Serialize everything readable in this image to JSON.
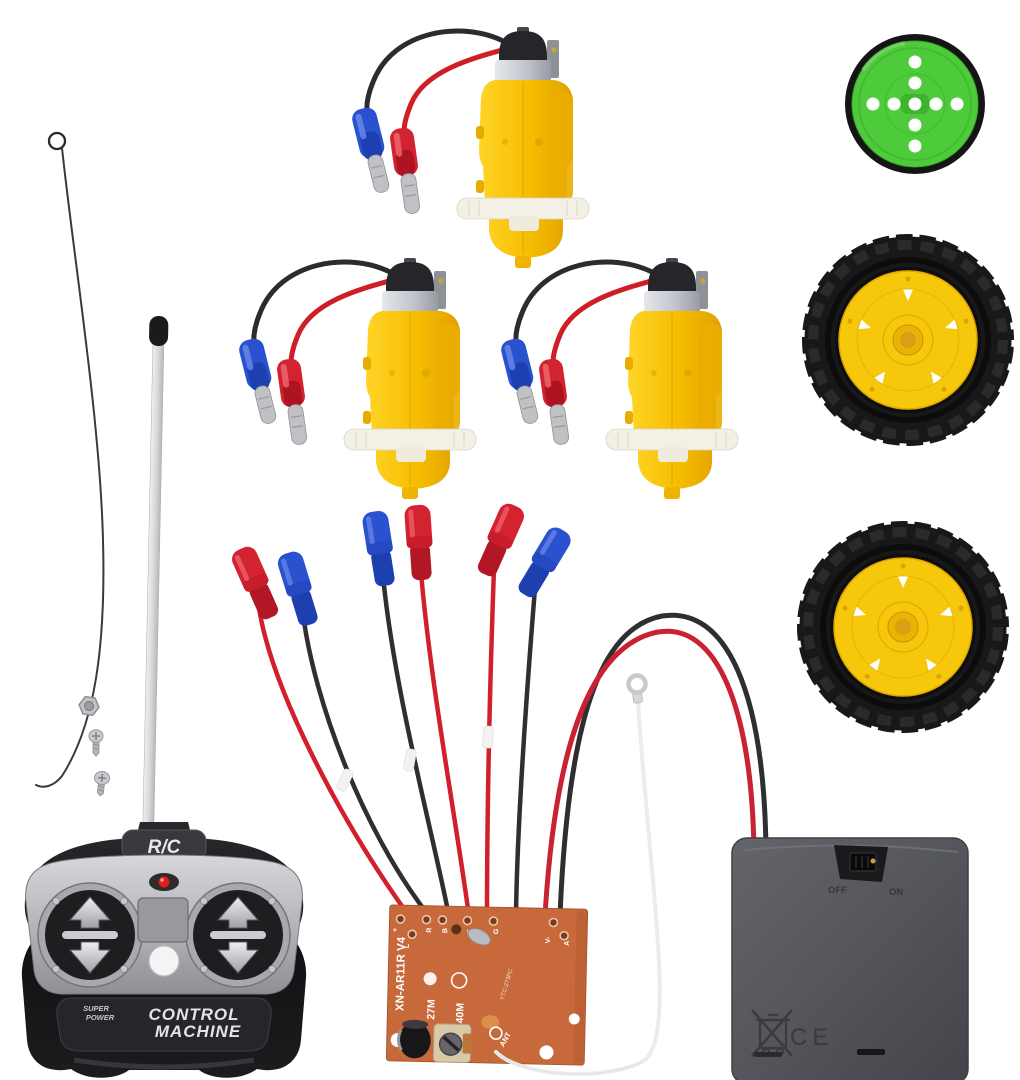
{
  "scene": {
    "description": "DIY RC robot car kit parts photographed on a white background",
    "parts": [
      "receiver-antenna-wire",
      "hex-nut",
      "machine-screw",
      "machine-screw",
      "remote-antenna",
      "rc-remote-control",
      "tt-gear-motor",
      "tt-gear-motor",
      "tt-gear-motor",
      "crimp-connector-harness",
      "green-caster-wheel",
      "yellow-wheel",
      "yellow-wheel",
      "receiver-circuit-board",
      "battery-holder",
      "antenna-lead-wire"
    ]
  },
  "remote": {
    "top_label": "R/C",
    "brand_line1": "SUPER",
    "brand_line2": "POWER",
    "name_line1": "CONTROL",
    "name_line2": "MACHINE"
  },
  "battery_box": {
    "switch_off": "OFF",
    "switch_on": "ON",
    "cert": "CE"
  },
  "board": {
    "model": "XN-AR11R V4",
    "freq_27": "27M",
    "freq_40": "40M",
    "ant_label": "ANT",
    "code": "YTC-273PC",
    "pad_labels": [
      "+",
      "R",
      "L",
      "B",
      "F",
      "G",
      "V-",
      "A"
    ]
  },
  "colors": {
    "motor_yellow": "#F2B800",
    "wheel_yellow": "#F6C70B",
    "caster_green": "#4ECB3A",
    "board_orange": "#C8693C",
    "wire_red": "#D1202B",
    "wire_black": "#2F2F31",
    "connector_blue": "#2A52CF",
    "connector_red": "#D32330",
    "battery_box_gray": "#54565C",
    "tire_black": "#1A1A1A"
  }
}
